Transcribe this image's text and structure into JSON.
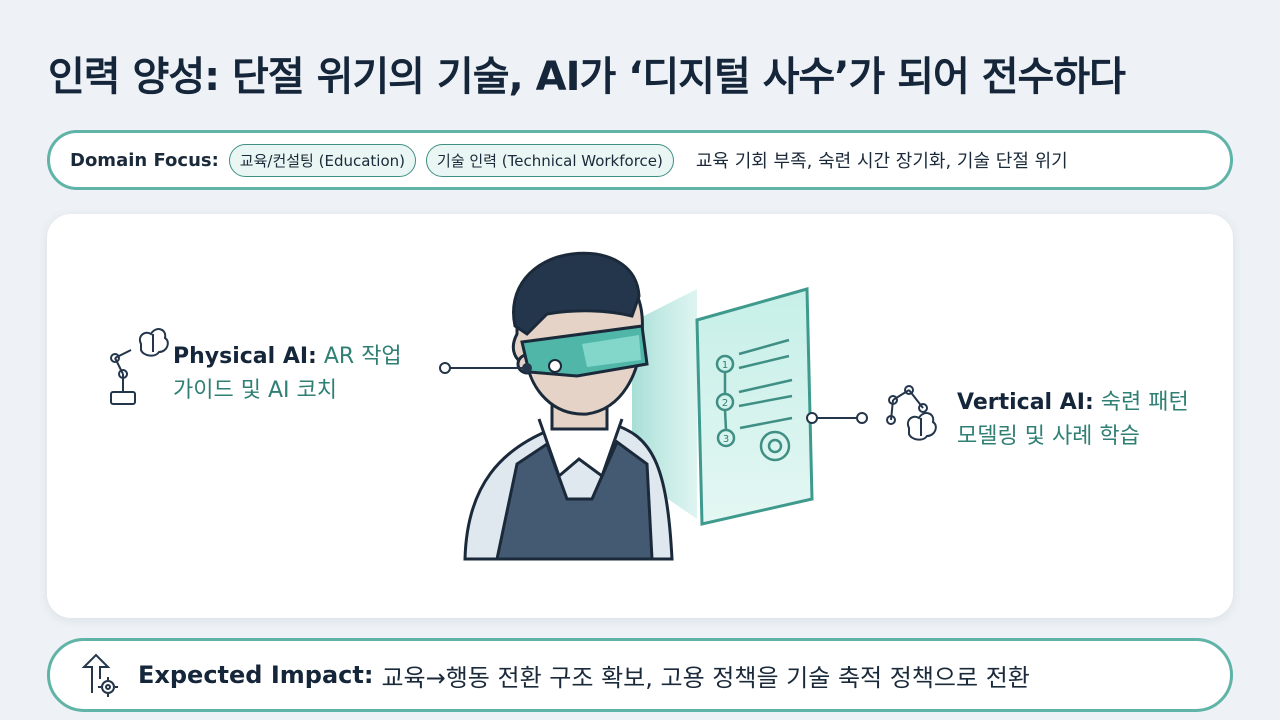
{
  "title": "인력 양성: 단절 위기의 기술, AI가 ‘디지털 사수’가 되어 전수하다",
  "domain_focus": {
    "label": "Domain Focus:",
    "tags": [
      "교육/컨설팅 (Education)",
      "기술 인력 (Technical Workforce)"
    ],
    "description": "교육 기회 부족, 숙련 시간 장기화, 기술 단절 위기"
  },
  "illustration": {
    "steps": [
      "1",
      "2",
      "3"
    ]
  },
  "features": {
    "physical": {
      "name": "Physical AI:",
      "desc_line1": "AR 작업",
      "desc_line2": "가이드 및 AI 코치",
      "icon": "robot-arm-brain-icon"
    },
    "vertical": {
      "name": "Vertical AI:",
      "desc_line1": "숙련 패턴",
      "desc_line2": "모델링 및 사례 학습",
      "icon": "network-brain-icon"
    }
  },
  "impact": {
    "label": "Expected Impact:",
    "text": "교육→행동 전환 구조 확보, 고용 정책을 기술 축적 정책으로 전환",
    "icon": "arrow-up-gear-icon"
  },
  "colors": {
    "accent": "#5fb3a7",
    "accent_dark": "#2f7f74",
    "text": "#15263a"
  }
}
